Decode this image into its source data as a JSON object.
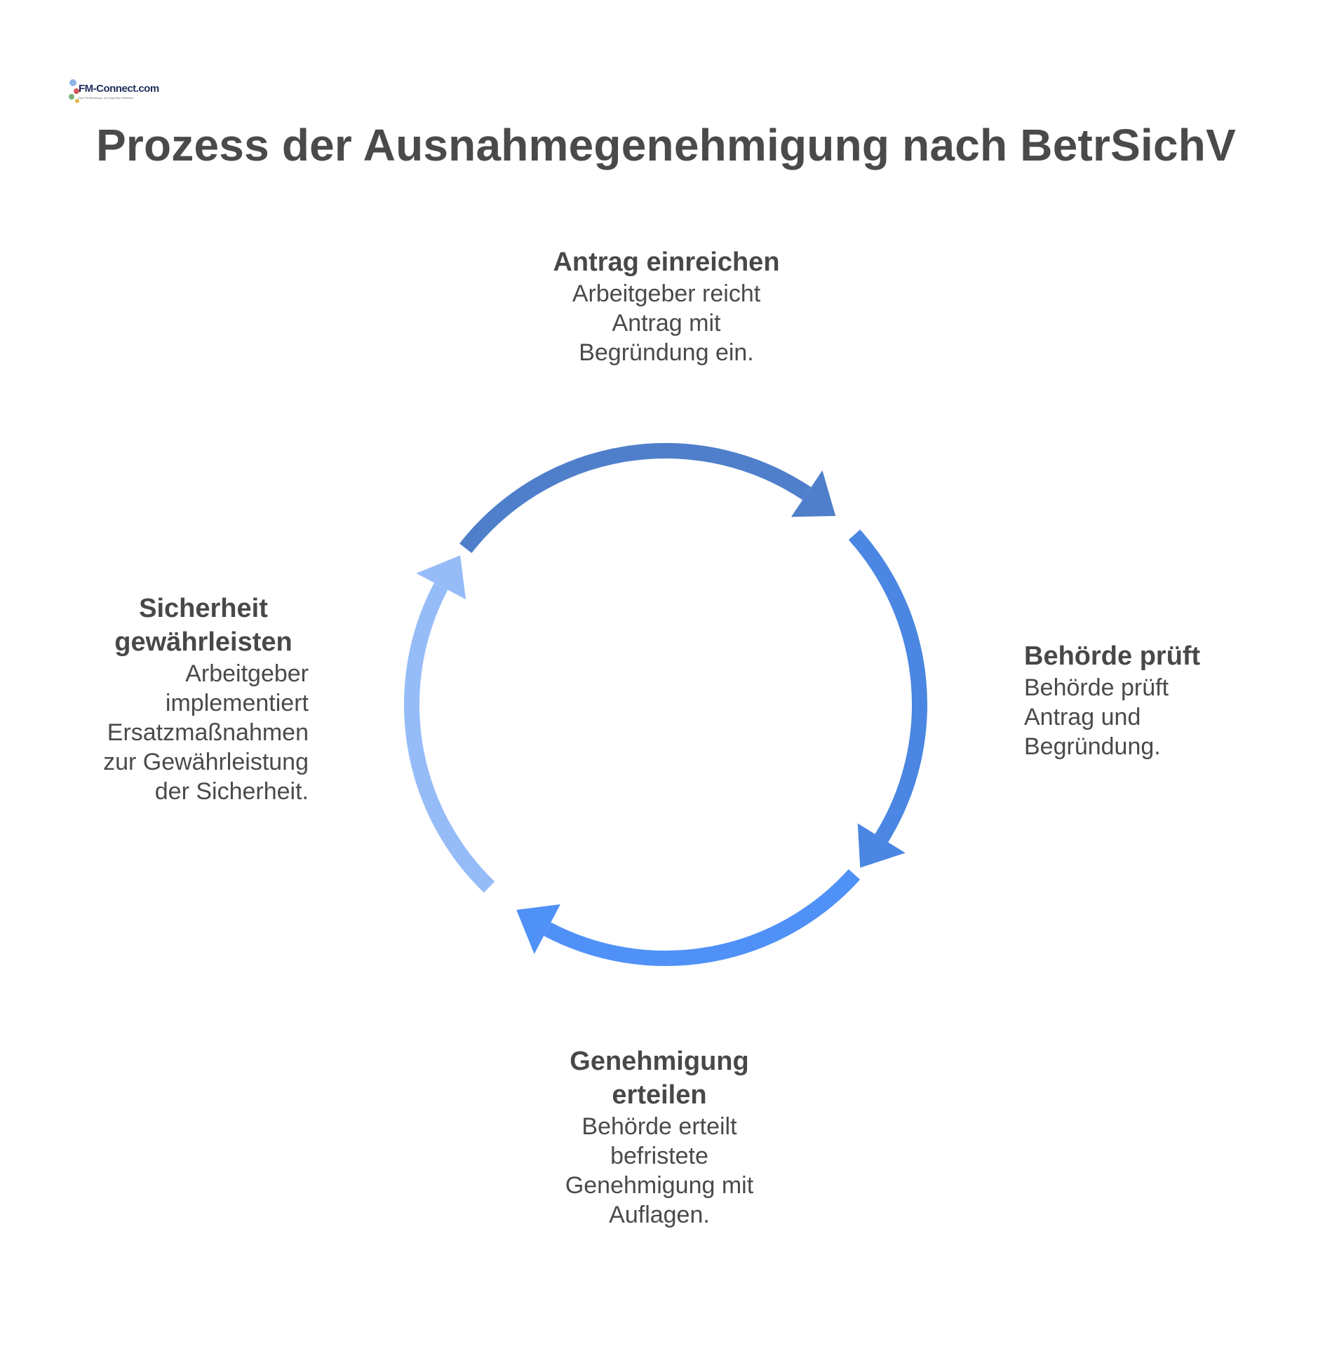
{
  "logo": {
    "wordmark": "FM-Connect.com",
    "tagline": "Das FM-Beratungs- und Ingenieur-Netzwerk"
  },
  "title": "Prozess der Ausnahmegenehmigung nach BetrSichV",
  "colors": {
    "arc_top": "#4f7fcb",
    "arc_right": "#4a86e2",
    "arc_bottom": "#5091f8",
    "arc_left": "#96bcf8",
    "text": "#4a4a4a"
  },
  "steps": [
    {
      "title": "Antrag einreichen",
      "description": "Arbeitgeber reicht Antrag mit Begründung ein."
    },
    {
      "title": "Behörde prüft",
      "description": "Behörde prüft Antrag und Begründung."
    },
    {
      "title": "Genehmigung erteilen",
      "description": "Behörde erteilt befristete Genehmigung mit Auflagen."
    },
    {
      "title": "Sicherheit gewährleisten",
      "description": "Arbeitgeber implementiert Ersatzmaßnahmen zur Gewährleistung der Sicherheit."
    }
  ]
}
